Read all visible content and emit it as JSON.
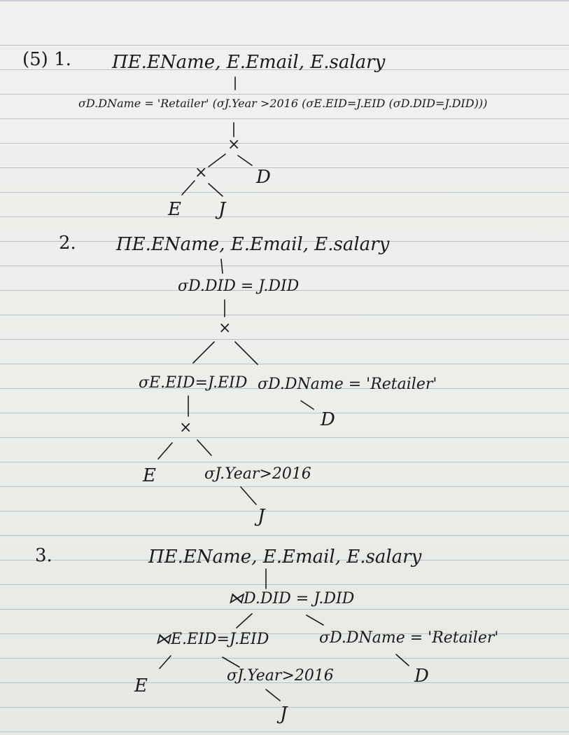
{
  "sections": [
    {
      "label": "(5) 1.",
      "nodes": {
        "projection": "ΠE.EName, E.Email, E.salary",
        "selection": "σD.DName = 'Retailer' (σJ.Year >2016 (σE.EID=J.EID (σD.DID=J.DID)))",
        "cross_top": "×",
        "cross_inner": "×",
        "rel_d": "D",
        "rel_e": "E",
        "rel_j": "J"
      }
    },
    {
      "label": "2.",
      "nodes": {
        "projection": "ΠE.EName, E.Email, E.salary",
        "sel_did": "σD.DID = J.DID",
        "cross_top": "×",
        "sel_eid": "σE.EID=J.EID",
        "sel_dname": "σD.DName = 'Retailer'",
        "cross_inner": "×",
        "rel_d": "D",
        "rel_e": "E",
        "sel_year": "σJ.Year>2016",
        "rel_j": "J"
      }
    },
    {
      "label": "3.",
      "nodes": {
        "projection": "ΠE.EName, E.Email, E.salary",
        "join_did": "⋈D.DID = J.DID",
        "join_eid": "⋈E.EID=J.EID",
        "sel_dname": "σD.DName = 'Retailer'",
        "rel_e": "E",
        "sel_year": "σJ.Year>2016",
        "rel_d": "D",
        "rel_j": "J"
      }
    }
  ]
}
